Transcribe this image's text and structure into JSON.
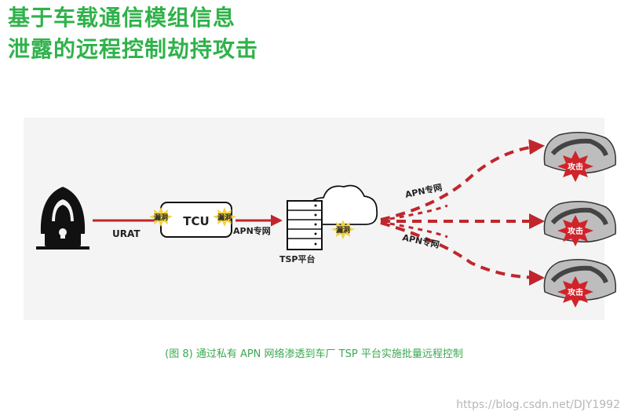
{
  "title": {
    "line1": "基于车载通信模组信息",
    "line2": "泄露的远程控制劫持攻击"
  },
  "diagram": {
    "urat_label": "URAT",
    "tcu_label": "TCU",
    "vuln_label": "漏洞",
    "apn_label": "APN专网",
    "tsp_label": "TSP平台",
    "attack_label": "攻击"
  },
  "caption": "(图 8) 通过私有 APN 网络渗透到车厂 TSP 平台实施批量远程控制",
  "watermark": "https://blog.csdn.net/DJY1992",
  "colors": {
    "accent": "#2fb24a",
    "arrow": "#c0262c",
    "burst": "#d0232a"
  }
}
